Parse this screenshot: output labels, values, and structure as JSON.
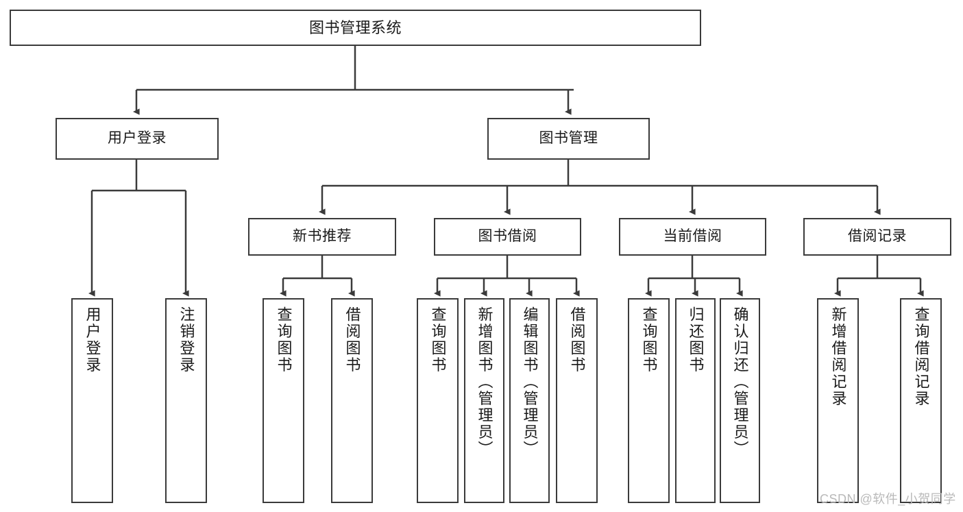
{
  "diagram": {
    "title": "图书管理系统",
    "type": "function-structure-tree",
    "watermark": "CSDN @软件_小贺同学",
    "colors": {
      "stroke": "#3a3a3a",
      "fill": "#ffffff",
      "text": "#1a1a1a",
      "watermark": "#b9b9b9"
    },
    "root": {
      "label": "图书管理系统"
    },
    "level1": [
      {
        "label": "用户登录"
      },
      {
        "label": "图书管理"
      }
    ],
    "level2": [
      {
        "label": "新书推荐"
      },
      {
        "label": "图书借阅"
      },
      {
        "label": "当前借阅"
      },
      {
        "label": "借阅记录"
      }
    ],
    "leaves": {
      "user_login": [
        {
          "label": "用户登录"
        },
        {
          "label": "注销登录"
        }
      ],
      "new_book_recommend": [
        {
          "label": "查询图书"
        },
        {
          "label": "借阅图书"
        }
      ],
      "book_borrow": [
        {
          "label": "查询图书"
        },
        {
          "label": "新增图书（管理员）"
        },
        {
          "label": "编辑图书（管理员）"
        },
        {
          "label": "借阅图书"
        }
      ],
      "current_borrow": [
        {
          "label": "查询图书"
        },
        {
          "label": "归还图书"
        },
        {
          "label": "确认归还（管理员）"
        }
      ],
      "borrow_record": [
        {
          "label": "新增借阅记录"
        },
        {
          "label": "查询借阅记录"
        }
      ]
    }
  }
}
